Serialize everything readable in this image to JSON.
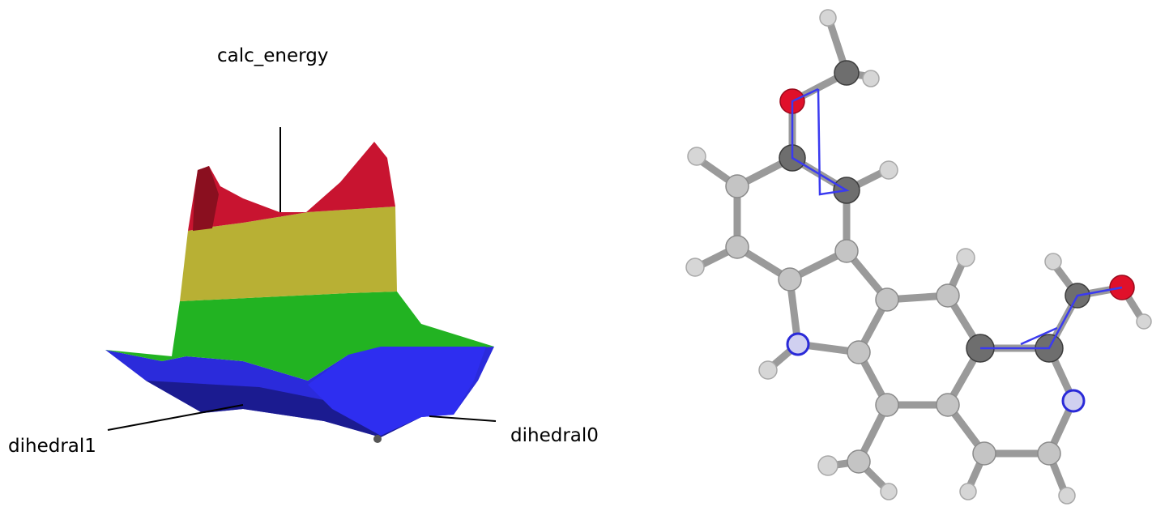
{
  "surface_plot": {
    "axis_labels": {
      "z": "calc_energy",
      "x": "dihedral0",
      "y": "dihedral1"
    },
    "band_colors": [
      "#2b2bdb",
      "#22b322",
      "#b8b034",
      "#c81430"
    ]
  },
  "molecule": {
    "atom_colors": {
      "carbon": "#6e6e6e",
      "hydrogen": "#d4d4d4",
      "oxygen": "#e0102a",
      "nitrogen": "#2a2ad8"
    },
    "highlight_color": "#3a3af0"
  }
}
